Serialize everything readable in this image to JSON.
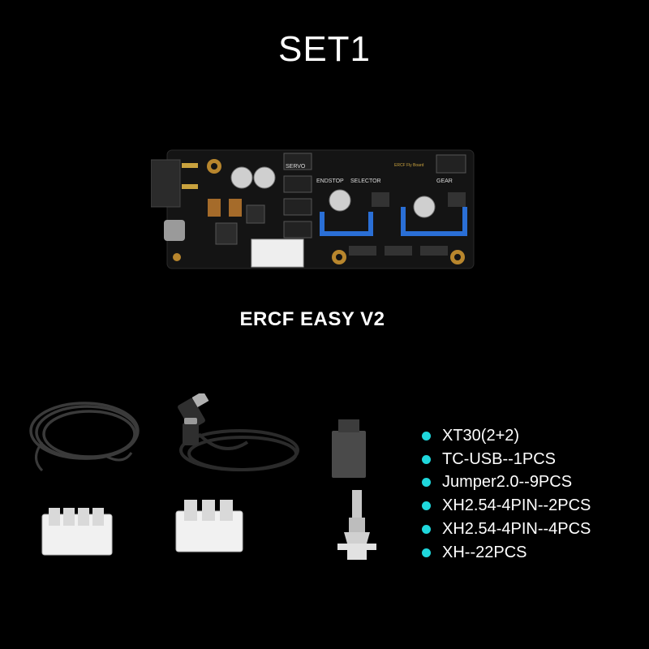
{
  "header": {
    "title": "SET1"
  },
  "product": {
    "name": "ERCF EASY V2",
    "board_labels": {
      "servo": "SERVO",
      "endstop": "ENDSTOP",
      "selector": "SELECTOR",
      "gear": "GEAR",
      "brand": "ERCF Fly Board"
    }
  },
  "accessories": {
    "items": [
      {
        "label": "XT30(2+2)"
      },
      {
        "label": "TC-USB--1PCS"
      },
      {
        "label": "Jumper2.0--9PCS"
      },
      {
        "label": "XH2.54-4PIN--2PCS"
      },
      {
        "label": "XH2.54-4PIN--4PCS"
      },
      {
        "label": "XH--22PCS"
      }
    ]
  },
  "colors": {
    "bullet": "#1fd7dc",
    "background": "#000000",
    "pcb": "#141414",
    "header_blue": "#2a6fd6"
  },
  "icons": [
    "pcb-board-image",
    "grey-cable-image",
    "usb-cable-image",
    "jumper-image",
    "xh-connector-image",
    "crimp-terminal-image"
  ]
}
